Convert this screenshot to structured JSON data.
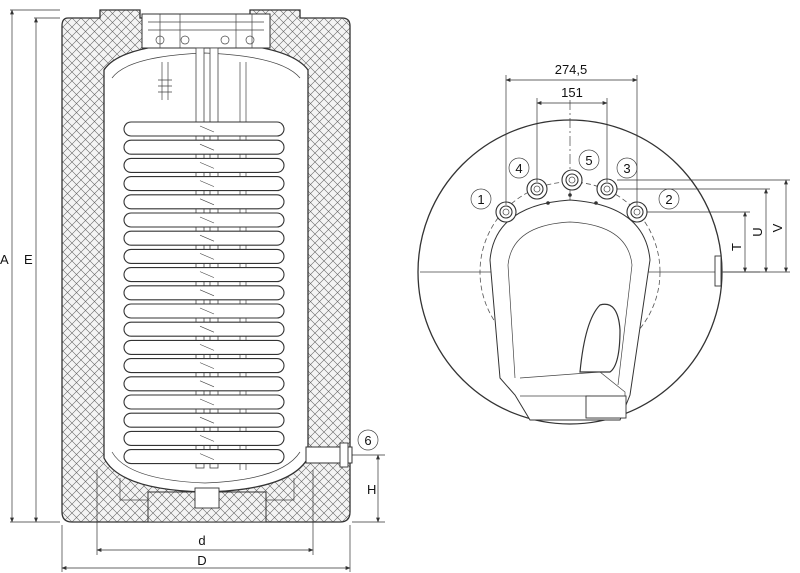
{
  "side_view": {
    "labels": {
      "A": "A",
      "E": "E",
      "d": "d",
      "D": "D",
      "H": "H"
    },
    "connection_marker": "6"
  },
  "top_view": {
    "dimensions": {
      "outer_spacing": "274,5",
      "inner_spacing": "151"
    },
    "height_labels": {
      "T": "T",
      "U": "U",
      "V": "V"
    },
    "connection_markers": [
      "1",
      "2",
      "3",
      "4",
      "5"
    ]
  },
  "colors": {
    "line": "#333333",
    "insulation_fill": "#f2f2f2",
    "background": "#ffffff"
  }
}
